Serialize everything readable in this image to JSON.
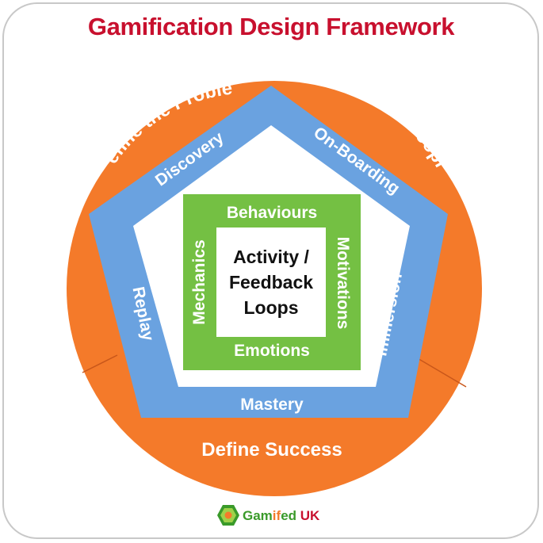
{
  "title": "Gamification Design Framework",
  "colors": {
    "title": "#c8102e",
    "outer_ring": "#f47a2a",
    "pentagon": "#6aa2e0",
    "square": "#74c043",
    "core": "#ffffff",
    "logo_green": "#3a9a2a",
    "logo_orange": "#f47a2a"
  },
  "outer_ring": {
    "define_problem": "Define the Problem",
    "define_people": "Define the People",
    "define_success": "Define Success"
  },
  "pentagon": {
    "discovery": "Discovery",
    "onboarding": "On-Boarding",
    "immersion": "Immersion",
    "mastery": "Mastery",
    "replay": "Replay"
  },
  "square": {
    "behaviours": "Behaviours",
    "motivations": "Motivations",
    "emotions": "Emotions",
    "mechanics": "Mechanics"
  },
  "core": {
    "line1": "Activity /",
    "line2": "Feedback",
    "line3": "Loops"
  },
  "logo": {
    "part1": "Gam",
    "part2": "if",
    "part3": "ed",
    "part4": " UK",
    "icon": "hexagon-logo-icon"
  }
}
